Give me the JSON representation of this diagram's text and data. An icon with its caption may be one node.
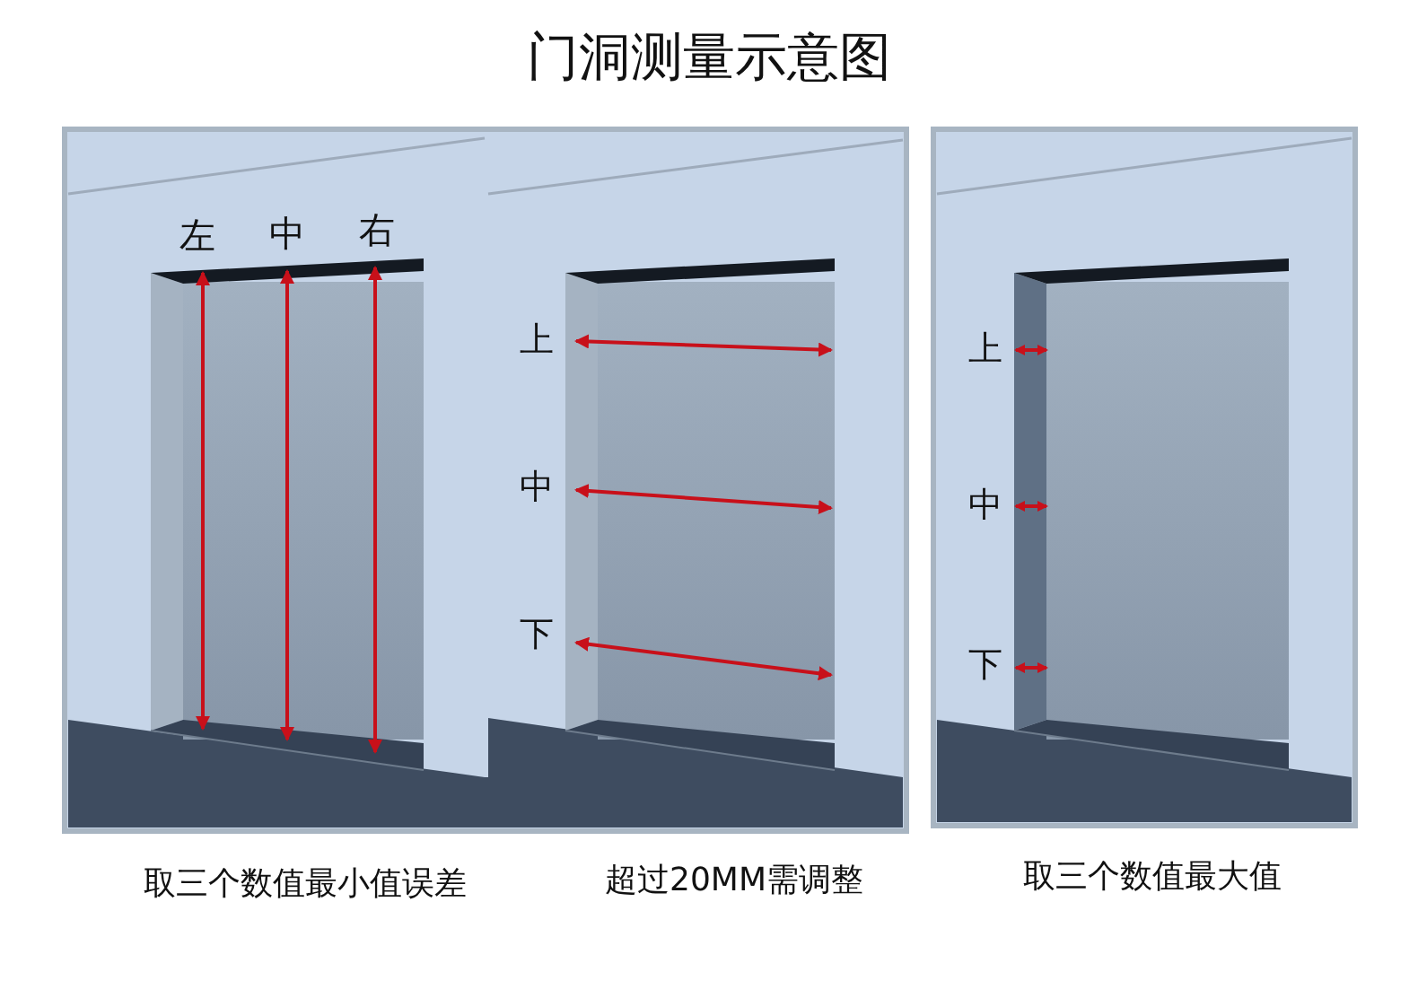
{
  "diagram": {
    "title": "门洞测量示意图",
    "labels": [
      "左",
      "中",
      "右",
      "上",
      "中",
      "下",
      "上",
      "中",
      "下",
      "取三个数值最小值误差",
      "超过20MM需调整",
      "取三个数值最大值"
    ]
  }
}
